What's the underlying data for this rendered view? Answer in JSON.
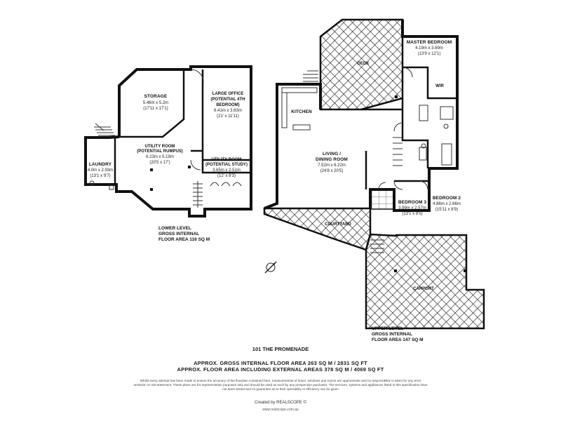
{
  "rooms": {
    "storage": {
      "name": "STORAGE",
      "dim_m": "5.46m x 5.2m",
      "dim_ft": "(17'11 x 17'1)"
    },
    "large_office": {
      "name1": "LARGE OFFICE",
      "name2": "(POTENTIAL 4TH",
      "name3": "BEDROOM)",
      "dim_m": "6.41m x 3.63m",
      "dim_ft": "(21' x 11'11)"
    },
    "utility_room_main": {
      "name1": "UTILITY ROOM",
      "name2": "(POTENTIAL RUMPUS)",
      "dim_m": "6.23m x 5.19m",
      "dim_ft": "(20'5 x 17')"
    },
    "utility_room_study": {
      "name1": "UTILITY ROOM",
      "name2": "(POTENTIAL STUDY)",
      "dim_m": "3.65m x 2.51m",
      "dim_ft": "(12' x 8'3)"
    },
    "laundry": {
      "name": "LAUNDRY",
      "dim_m": "4.0m x 2.93m",
      "dim_ft": "(13'1 x 9'7)"
    },
    "master_bedroom": {
      "name": "MASTER BEDROOM",
      "dim_m": "4.19m x 3.69m",
      "dim_ft": "(13'9 x 12'1)"
    },
    "wir": {
      "name": "WIR"
    },
    "deck": {
      "name": "DECK"
    },
    "kitchen": {
      "name": "KITCHEN"
    },
    "living": {
      "name1": "LIVING /",
      "name2": "DINING ROOM",
      "dim_m": "7.52m x 6.22m",
      "dim_ft": "(24'8 x 20'5)"
    },
    "bedroom3": {
      "name": "BEDROOM 3",
      "dim_m": "3.99m x 2.57m",
      "dim_ft": "(13'1 x 8'5)"
    },
    "bedroom2": {
      "name": "BEDROOM 2",
      "dim_m": "4.86m x 2.66m",
      "dim_ft": "(15'11 x 8'9)"
    },
    "courtyard": {
      "name": "COURTYARD"
    },
    "carport": {
      "name": "CARPORT"
    }
  },
  "levels": {
    "lower": {
      "line1": "LOWER LEVEL",
      "line2": "GROSS INTERNAL",
      "line3": "FLOOR AREA 116 SQ M"
    },
    "upper": {
      "line1": "UPPER LEVEL",
      "line2": "GROSS INTERNAL",
      "line3": "FLOOR AREA 147 SQ M"
    }
  },
  "footer": {
    "address": "101 THE PROMENADE",
    "area_gross": "APPROX. GROSS INTERNAL FLOOR AREA 263 SQ M / 2831 SQ FT",
    "area_total": "APPROX. FLOOR AREA INCLUDING EXTERNAL AREAS 378 SQ M / 4069 SQ FT",
    "disclaimer": "Whilst every attempt has been made to ensure the accuracy of the floorplan contained here, measurements of doors, windows and rooms are approximate and no responsibility is taken for any error omission or mis-statement. These plans are for representation purposes only and should be used as such by any prospective purchaser. The services, systems and appliances listed in this specification have not been tested and no guarantee as to their operability or efficiency can be given",
    "credit": "Created by REALSCOPE ©",
    "website": "www.realscope.com.au"
  },
  "icons": {
    "compass": "compass-icon",
    "realscope_logo": "copyright-icon"
  }
}
